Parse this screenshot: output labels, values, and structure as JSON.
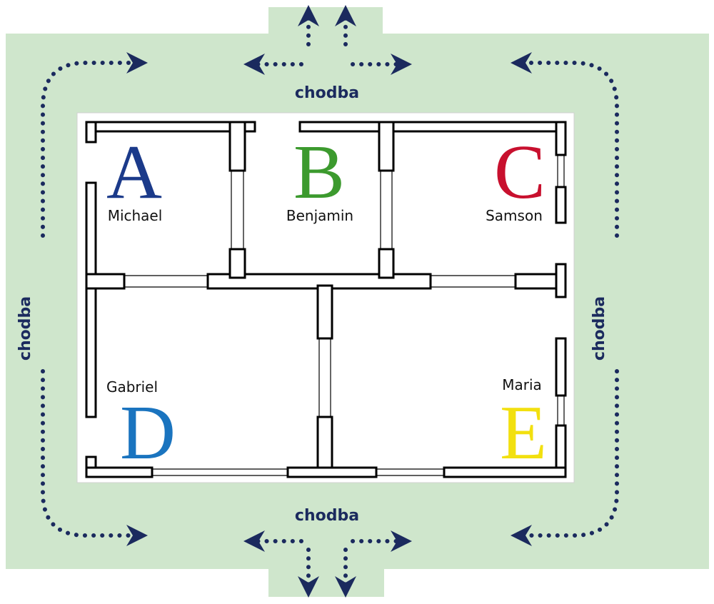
{
  "corridor": {
    "label_top": "chodba",
    "label_bottom": "chodba",
    "label_left": "chodba",
    "label_right": "chodba",
    "fill_color": "#cfe6cc",
    "arrow_color": "#1b2a5e"
  },
  "rooms": [
    {
      "letter": "A",
      "name": "Michael",
      "color": "#1b3a8a"
    },
    {
      "letter": "B",
      "name": "Benjamin",
      "color": "#3c9a2e"
    },
    {
      "letter": "C",
      "name": "Samson",
      "color": "#c8102e"
    },
    {
      "letter": "D",
      "name": "Gabriel",
      "color": "#1a74bf"
    },
    {
      "letter": "E",
      "name": "Maria",
      "color": "#f2e00f"
    }
  ],
  "wall_color": "#000000",
  "floor_color": "#ffffff"
}
